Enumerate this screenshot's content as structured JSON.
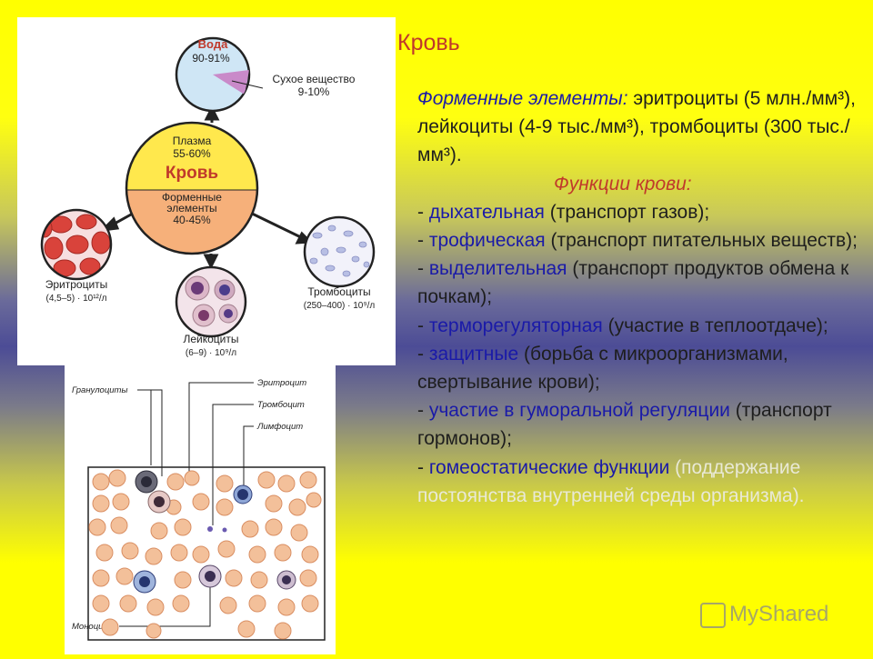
{
  "slide": {
    "title": "Кровь",
    "intro": {
      "lead": "Форменные элементы:",
      "rest": " эритроциты (5 млн./мм³), лейкоциты (4-9 тыс./мм³), тромбоциты (300 тыс./мм³)."
    },
    "functions_title": "Функции крови:",
    "functions": [
      {
        "prefix": "- ",
        "name": "дыхательная",
        "desc": " (транспорт газов);"
      },
      {
        "prefix": "- ",
        "name": "трофическая",
        "desc": " (транспорт питательных веществ);"
      },
      {
        "prefix": "- ",
        "name": "выделительная",
        "desc": " (транспорт продуктов обмена к почкам);"
      },
      {
        "prefix": "- ",
        "name": "терморегуляторная",
        "desc": " (участие в теплоотдаче);"
      },
      {
        "prefix": "- ",
        "name": "защитные",
        "desc": " (борьба с микроорганизмами, свертывание крови);"
      },
      {
        "prefix": "- ",
        "name": "участие в гуморальной регуляции",
        "desc": " (транспорт гормонов);"
      },
      {
        "prefix": "- ",
        "name": "гомеостатические функции",
        "desc": " (поддержание постоянства внутренней среды организма)."
      }
    ]
  },
  "diagram": {
    "water_label": "Вода",
    "water_pct": "90-91%",
    "dry_label": "Сухое вещество",
    "dry_pct": "9-10%",
    "plasma_label": "Плазма",
    "plasma_pct": "55-60%",
    "center_label": "Кровь",
    "formed_label_1": "Форменные",
    "formed_label_2": "элементы",
    "formed_pct": "40-45%",
    "erythro_label": "Эритроциты",
    "erythro_count": "(4,5–5) · 10¹²/л",
    "thrombo_label": "Тромбоциты",
    "thrombo_count": "(250–400) · 10⁹/л",
    "leuko_label": "Лейкоциты",
    "leuko_count": "(6–9) · 10⁹/л"
  },
  "smear": {
    "granulocytes": "Гранулоциты",
    "erythrocyte": "Эритроцит",
    "platelet": "Тромбоцит",
    "lymphocyte": "Лимфоцит",
    "monocyte": "Моноцит"
  },
  "watermark": "MyShared",
  "colors": {
    "title": "#c0392b",
    "accent_blue": "#1a1aa8",
    "plasma_fill": "#ffe84d",
    "formed_fill": "#f6b07a",
    "water_fill": "#cfe6f5"
  }
}
